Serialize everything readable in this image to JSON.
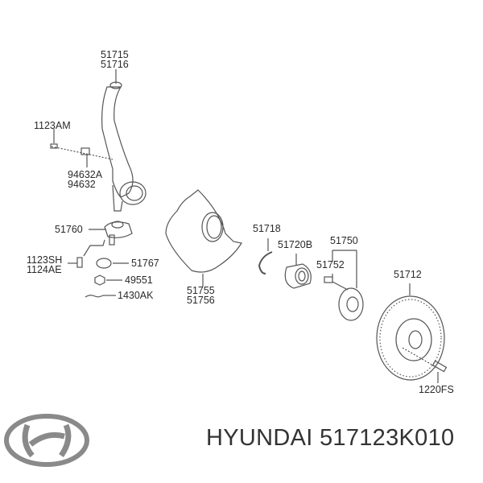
{
  "diagram": {
    "labels": {
      "knuckle": [
        "51715",
        "51716"
      ],
      "bolt_top": "1123AM",
      "bracket": [
        "94632A",
        "94632"
      ],
      "ball_joint": "51760",
      "ball_joint_bolt": [
        "1123SH",
        "1124AE"
      ],
      "boot": "51767",
      "nut": "49551",
      "cotter_pin": "1430AK",
      "dust_cover": [
        "51755",
        "51756"
      ],
      "snap_ring": "51718",
      "bearing": "51720B",
      "hub_assy": "51750",
      "hub_bolt": "51752",
      "disc": "51712",
      "disc_screw": "1220FS"
    },
    "line_color": "#555555"
  },
  "footer": {
    "brand_logo": "HYUNDAI",
    "caption": "HYUNDAI 517123K010"
  }
}
